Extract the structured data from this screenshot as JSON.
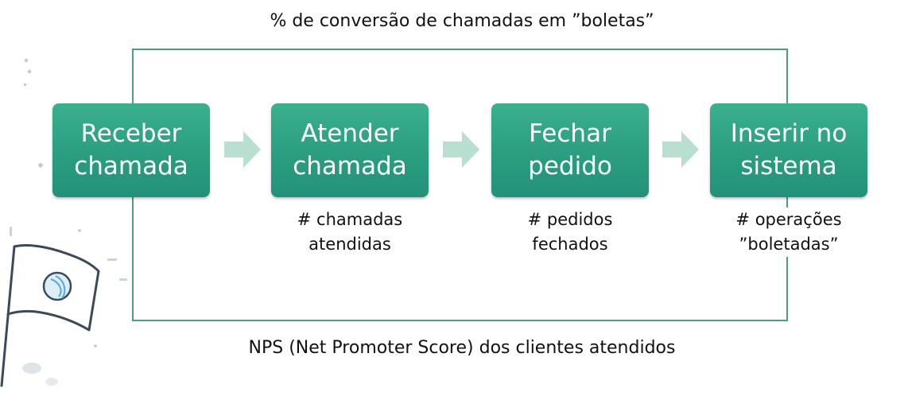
{
  "diagram": {
    "top_caption": "% de conversão de chamadas em ”boletas”",
    "bottom_caption": "NPS (Net Promoter Score) dos clientes atendidos",
    "steps": [
      {
        "label": "Receber\nchamada"
      },
      {
        "label": "Atender\nchamada"
      },
      {
        "label": "Fechar\npedido"
      },
      {
        "label": "Inserir no\nsistema"
      }
    ],
    "metrics": [
      {
        "label": "# chamadas\natendidas"
      },
      {
        "label": "# pedidos\nfechados"
      },
      {
        "label": "# operações\n”boletadas”"
      }
    ]
  },
  "colors": {
    "box_green": "#2ea385",
    "frame_line": "#4a9e86",
    "arrow_fill": "#b8dfcf"
  },
  "icons": {
    "flag": "flag-icon"
  }
}
